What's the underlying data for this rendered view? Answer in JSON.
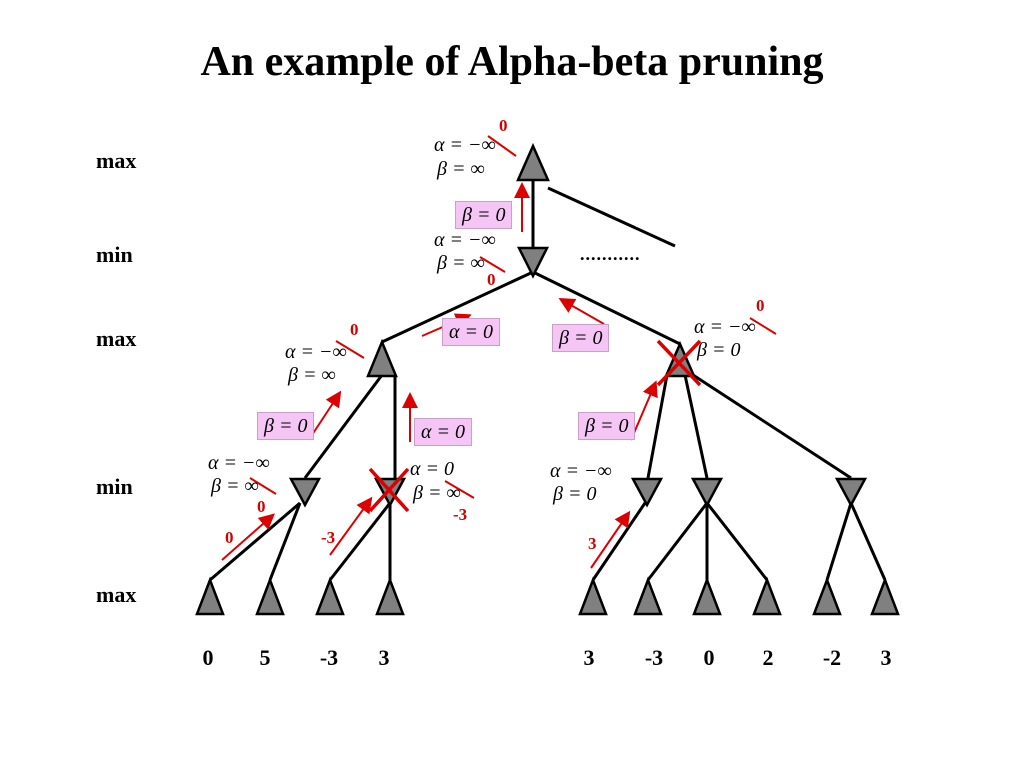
{
  "title": "An example of Alpha-beta pruning",
  "levels": [
    "max",
    "min",
    "max",
    "min",
    "max"
  ],
  "leaf_values": [
    "0",
    "5",
    "-3",
    "3",
    "3",
    "-3",
    "0",
    "2",
    "-2",
    "3"
  ],
  "ellipsis": "...........",
  "colors": {
    "node": "#808080",
    "edge": "#000000",
    "arrow": "#dd0000",
    "highlight": "#f5c6f5"
  },
  "annotations": {
    "root_alpha": "α = −∞",
    "root_beta": "β = ∞",
    "root_new_alpha": "0",
    "up_to_root": "β = 0",
    "min1_alpha": "α = −∞",
    "min1_beta": "β = ∞",
    "min1_new_beta": "0",
    "left_up": "α = 0",
    "right_up": "β = 0",
    "maxL_new_alpha": "0",
    "maxL_alpha": "α = −∞",
    "maxL_beta": "β = ∞",
    "maxR_new_alpha": "0",
    "maxR_alpha": "α = −∞",
    "maxR_beta": "β = 0",
    "upL1": "β = 0",
    "upL2": "α = 0",
    "upR1": "β = 0",
    "minA_alpha": "α = −∞",
    "minA_beta": "β = ∞",
    "minA_new_beta": "0",
    "minB_alpha": "α = 0",
    "minB_beta": "β = ∞",
    "minB_new_beta": "-3",
    "minC_alpha": "α = −∞",
    "minC_beta": "β = 0",
    "leaf_up1": "0",
    "leaf_up2": "-3",
    "leaf_up3": "3"
  }
}
